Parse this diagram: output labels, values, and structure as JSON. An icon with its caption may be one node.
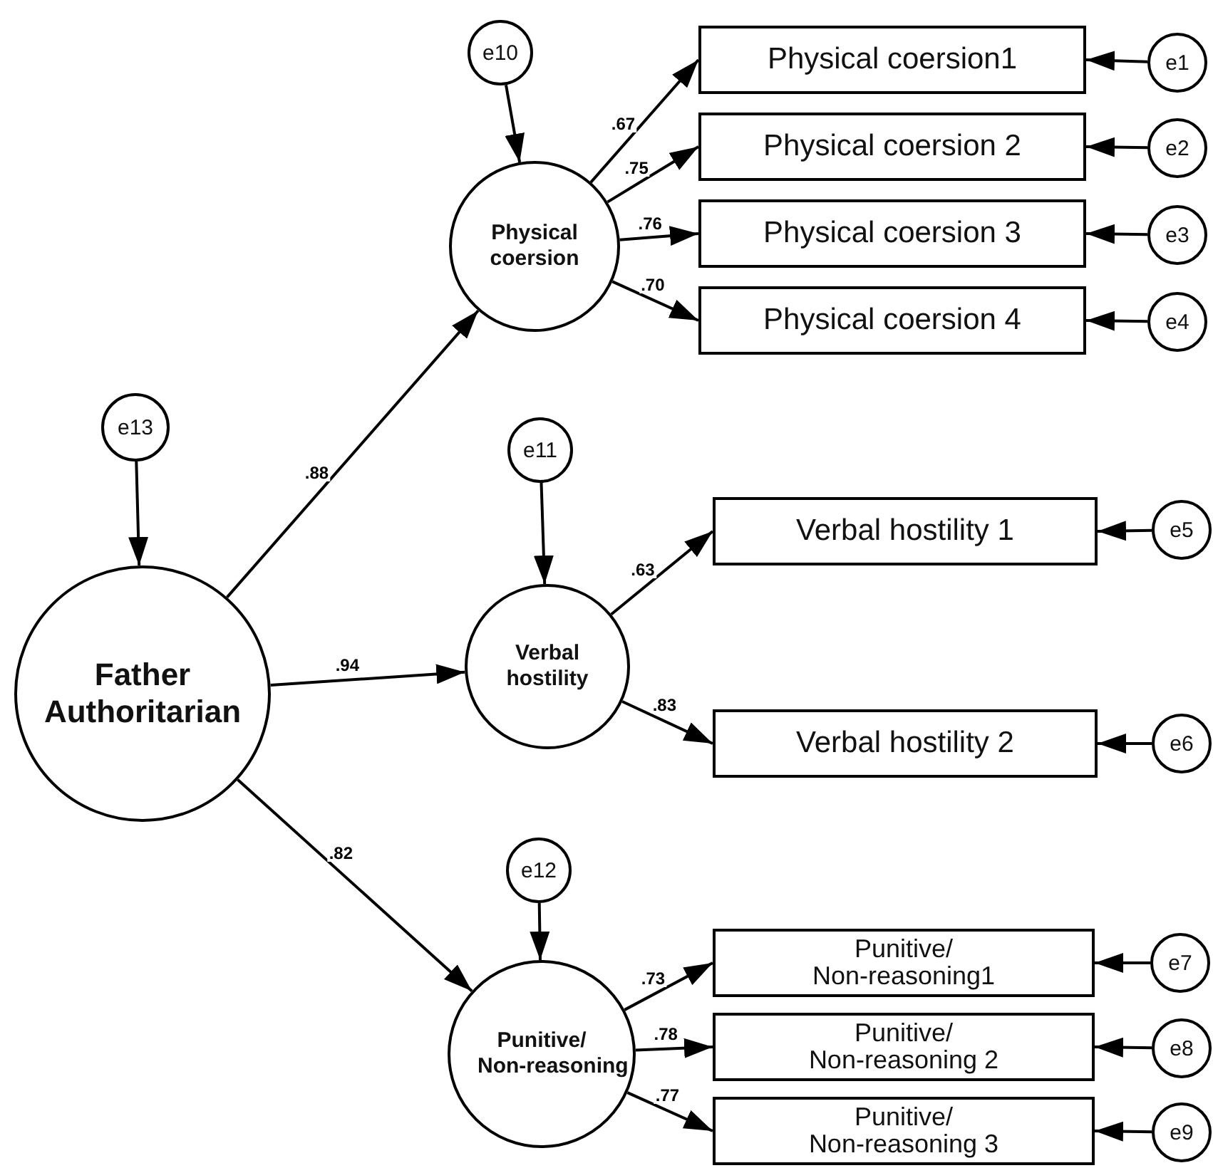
{
  "diagram": {
    "nodes": [
      {
        "text": [
          "e10"
        ]
      },
      {
        "text": [
          "Physical coersion1"
        ]
      },
      {
        "text": [
          "e1"
        ]
      },
      {
        "text": [
          "Physical coersion 2"
        ]
      },
      {
        "text": [
          "e2"
        ]
      },
      {
        "text": [
          "Physical coersion 3"
        ]
      },
      {
        "text": [
          "e3"
        ]
      },
      {
        "text": [
          "Physical coersion"
        ]
      },
      {
        "text": [
          "Physical coersion 4"
        ]
      },
      {
        "text": [
          "e4"
        ]
      },
      {
        "text": [
          "e13"
        ]
      },
      {
        "text": [
          "e11"
        ]
      },
      {
        "text": [
          "Verbal hostility 1"
        ]
      },
      {
        "text": [
          "e5"
        ]
      },
      {
        "text": [
          "Verbal hostility"
        ]
      },
      {
        "text": [
          "Father Authoritarian"
        ]
      },
      {
        "text": [
          "Verbal hostility 2"
        ]
      },
      {
        "text": [
          "e6"
        ]
      },
      {
        "text": [
          "e12"
        ]
      },
      {
        "text": [
          "Punitive/ Non-reasoning1"
        ]
      },
      {
        "text": [
          "e7"
        ]
      },
      {
        "text": [
          "Punitive/ Non-reasoning"
        ]
      },
      {
        "text": [
          "Punitive/ Non-reasoning 2"
        ]
      },
      {
        "text": [
          "e8"
        ]
      },
      {
        "text": [
          "Punitive/ Non-reasoning 3"
        ]
      },
      {
        "text": [
          "e9"
        ]
      }
    ],
    "edges": [
      {
        "from": 0,
        "to": 7,
        "arrow": "to"
      },
      {
        "from": 7,
        "to": 1,
        "arrow": "to",
        "label": ".67"
      },
      {
        "from": 7,
        "to": 3,
        "arrow": "to",
        "label": ".75"
      },
      {
        "from": 7,
        "to": 5,
        "arrow": "to",
        "label": ".76"
      },
      {
        "from": 7,
        "to": 8,
        "arrow": "to",
        "label": ".70"
      },
      {
        "from": 2,
        "to": 1,
        "arrow": "to"
      },
      {
        "from": 4,
        "to": 3,
        "arrow": "to"
      },
      {
        "from": 6,
        "to": 5,
        "arrow": "to"
      },
      {
        "from": 9,
        "to": 8,
        "arrow": "to"
      },
      {
        "from": 10,
        "to": 15,
        "arrow": "to"
      },
      {
        "from": 15,
        "to": 7,
        "arrow": "to",
        "label": ".88"
      },
      {
        "from": 15,
        "to": 14,
        "arrow": "to",
        "label": ".94"
      },
      {
        "from": 15,
        "to": 21,
        "arrow": "to",
        "label": ".82"
      },
      {
        "from": 11,
        "to": 14,
        "arrow": "to"
      },
      {
        "from": 14,
        "to": 12,
        "arrow": "to",
        "label": ".63"
      },
      {
        "from": 14,
        "to": 16,
        "arrow": "to",
        "label": ".83"
      },
      {
        "from": 13,
        "to": 12,
        "arrow": "to"
      },
      {
        "from": 17,
        "to": 16,
        "arrow": "to"
      },
      {
        "from": 18,
        "to": 21,
        "arrow": "to"
      },
      {
        "from": 21,
        "to": 19,
        "arrow": "to",
        "label": ".73"
      },
      {
        "from": 21,
        "to": 22,
        "arrow": "to",
        "label": ".78"
      },
      {
        "from": 21,
        "to": 24,
        "arrow": "to",
        "label": ".77"
      },
      {
        "from": 20,
        "to": 19,
        "arrow": "to"
      },
      {
        "from": 23,
        "to": 22,
        "arrow": "to"
      },
      {
        "from": 25,
        "to": 24,
        "arrow": "to"
      }
    ]
  }
}
